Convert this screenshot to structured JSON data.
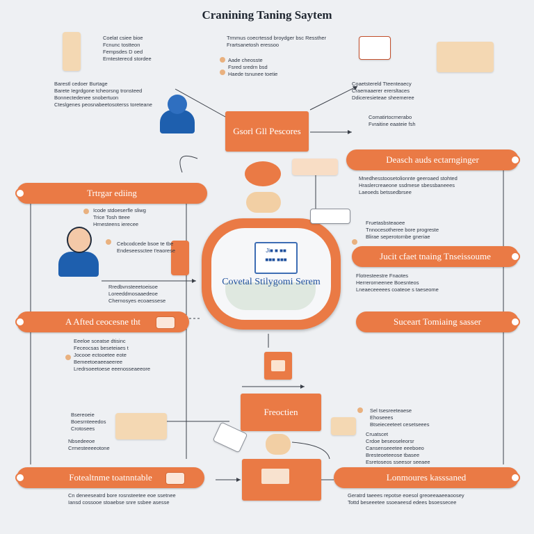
{
  "title": "Cranining Taning Saytem",
  "hub": {
    "label": "Covetal Stilygomi Serem",
    "screen_line1": "Ji■ ■ ■■",
    "screen_line2": "■■■ ■■■"
  },
  "pills": {
    "left_1": "Trtrgar ediing",
    "left_2": "A Afted ceocesne tht",
    "left_3": "Fotealtnme toatnntable",
    "right_1": "Deasch auds ectarnginger",
    "right_2": "Jucit cfaet tnaing Tnseissoume",
    "right_3": "Suceart Tomiaing sasser",
    "right_4": "Lonmoures kasssaned"
  },
  "boxes": {
    "top_center": "Gsorl Gll Pescores",
    "mid_center": "Freoctien"
  },
  "notes": {
    "tl": [
      "Coelat csiee bioe",
      "Fcnunc tostteon",
      "Fempsdes D oed",
      "Erntesterecd stordee"
    ],
    "tc": [
      "Trmmus coecrtessd broydger bsc Ressther",
      "Frartsanetosh eressoo"
    ],
    "tc2": [
      "Aade cheosste",
      "Fsred sredrn bsd",
      "Haede tsnunee toetie"
    ],
    "l1": [
      "Barestl cedoer Burtage",
      "Barete Iegrdgone tcheorsng tronsteed",
      "Bonnectedenee snobertuon",
      "Cteslgenes peosnabeetosoterss toreteane"
    ],
    "tr": [
      "Coaetstereld Tteenteaecy",
      "Craemaaerer erersltaces",
      "Ddiceresieteae sheemeree"
    ],
    "tr2": [
      "Comatirtocrnerabo",
      "Fvraitine eaateie fsh"
    ],
    "r1": [
      "Mnedhesstoosetolionnte geeroaed stohted",
      "Hraslercreaeone ssdmese sbessbaneees",
      "Laeoeds betssedbrsee"
    ],
    "r2": [
      "Fruetasbsteaoee",
      "Tnnocesotheree bore progreste",
      "Blirae seperotornbe gneriae"
    ],
    "r3": [
      "Flotresteestre Fnaotes",
      "Herrerorneenee Boesnteos",
      "Lneaeceeeees coateoe s taeseome"
    ],
    "l2": [
      "Icode stdoeserfle sliwg",
      "Trice Tosh tteee",
      "Hrnesteens ierecee"
    ],
    "l3": [
      "Cebcodcede bsoe te tbe",
      "Endeseessctee t'eaorese"
    ],
    "l4": [
      "Rredbvnsteeetoeisoe",
      "Loreeddmosaaedeoe",
      "Chernosyes ecoaessese"
    ],
    "l5": [
      "Eeeloe sceatse dtisinc",
      "Feceocsas beseteiaes t",
      "Jocooe ectooetee eote",
      "Bemeetoeaeeaeeree",
      "Lredrsoeetoese eeenosseaeeore"
    ],
    "l6": [
      "Bsereoeie",
      "Boesrnteeedos",
      "Crotosees"
    ],
    "l7": [
      "Nbsedeeoe",
      "Crmesteeeeotone"
    ],
    "r4": [
      "Sel tsesreeteaese",
      "Ehoseees",
      "Btseieceeteet cesetseees"
    ],
    "r5": [
      "Cruatscet",
      "Crdoe beseoseleorsr",
      "Cansenseeetee eeeboeo",
      "Bresteoeteeose tbasee",
      "Esretoseos sseesor seeaee"
    ],
    "bl": [
      "Cn deneeseatrd bore rosnsteetee eoe ssetnee",
      "Iansd cossooe stoaebse snre ssbee asesse"
    ],
    "br": [
      "Geratrd taeees repotse eoesol greoeeaaeeaoosey",
      "Tottd beseeetee ssoeaeesd edees bsoessecee"
    ]
  },
  "icon_names": [
    "worker-icon",
    "engineer-icon",
    "monitor-icon",
    "document-icon",
    "gear-icon",
    "folder-icon",
    "clipboard-icon",
    "bulb-icon"
  ],
  "colors": {
    "accent": "#ea7a45",
    "paper": "#f4d8b3",
    "blue": "#1e5fae",
    "line": "#3a3f48"
  }
}
